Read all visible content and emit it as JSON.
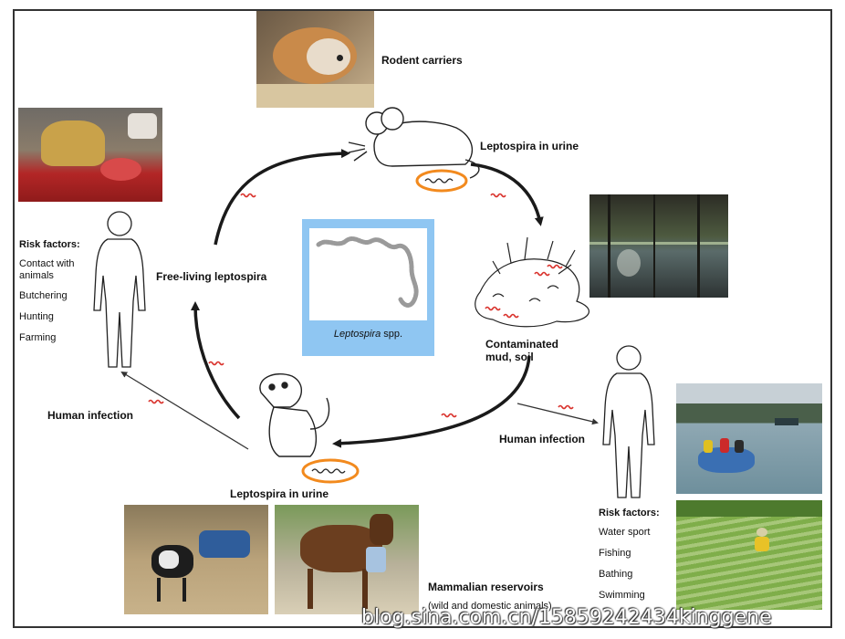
{
  "labels": {
    "rodent_carriers": "Rodent carriers",
    "urine_top": "Leptospira in urine",
    "free_living": "Free-living leptospira",
    "contaminated": "Contaminated\nmud, soil",
    "human_infection_left": "Human infection",
    "human_infection_right": "Human infection",
    "urine_bottom": "Leptospira in urine",
    "mammalian": "Mammalian reservoirs",
    "mammalian_sub": "(wild and domestic animals)"
  },
  "center": {
    "caption_italic": "Leptospira",
    "caption_rest": " spp."
  },
  "risk_left": {
    "title": "Risk factors:",
    "items": [
      "Contact with\nanimals",
      "Butchering",
      "Hunting",
      "Farming"
    ]
  },
  "risk_right": {
    "title": "Risk factors:",
    "items": [
      "Water sport",
      "Fishing",
      "Bathing",
      "Swimming"
    ]
  },
  "watermark": "blog.sina.com.cn/15859242434kinggene",
  "colors": {
    "box_blue": "#8fc6f2",
    "bacteria_red": "#d9302a",
    "urine_orange": "#f28a1e",
    "arrow": "#1a1a1a"
  }
}
